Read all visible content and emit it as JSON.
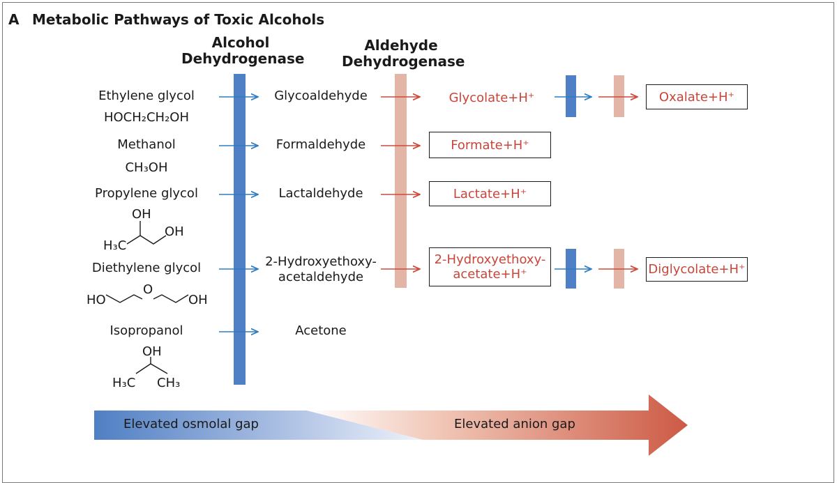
{
  "panel_letter": "A",
  "title": "Metabolic Pathways of Toxic Alcohols",
  "enzymes": {
    "alcohol_dh": [
      "Alcohol",
      "Dehydrogenase"
    ],
    "aldehyde_dh": [
      "Aldehyde",
      "Dehydrogenase"
    ]
  },
  "substrates": {
    "ethylene_glycol": "Ethylene glycol",
    "methanol": "Methanol",
    "propylene_glycol": "Propylene glycol",
    "diethylene_glycol": "Diethylene glycol",
    "isopropanol": "Isopropanol"
  },
  "formulas": {
    "ethylene_glycol": "HOCH₂CH₂OH",
    "methanol": "CH₃OH"
  },
  "structure_labels": {
    "pg_oh_top": "OH",
    "pg_oh_right": "OH",
    "pg_h3c": "H₃C",
    "deg_ho": "HO",
    "deg_o": "O",
    "deg_oh": "OH",
    "iso_oh": "OH",
    "iso_h3c": "H₃C",
    "iso_ch3": "CH₃"
  },
  "aldehydes": {
    "glycoaldehyde": "Glycoaldehyde",
    "formaldehyde": "Formaldehyde",
    "lactaldehyde": "Lactaldehyde",
    "hydroxyethoxy_ald": [
      "2-Hydroxyethoxy-",
      "acetaldehyde"
    ],
    "acetone": "Acetone"
  },
  "acids": {
    "glycolate": "Glycolate+H⁺",
    "formate": "Formate+H⁺",
    "lactate": "Lactate+H⁺",
    "hydroxyethoxy_acetate": [
      "2-Hydroxyethoxy-",
      "acetate+H⁺"
    ]
  },
  "end_products": {
    "oxalate": "Oxalate+H⁺",
    "diglycolate": "Diglycolate+H⁺"
  },
  "gap_labels": {
    "osmolal": "Elevated osmolal gap",
    "anion": "Elevated anion gap"
  },
  "colors": {
    "alcohol_dh_band": "#4f7fc4",
    "aldehyde_dh_band": "#e3b5a7",
    "blue_arrow": "#2e7cc2",
    "red_arrow": "#cc4a3c",
    "acid_text": "#c8453a"
  }
}
